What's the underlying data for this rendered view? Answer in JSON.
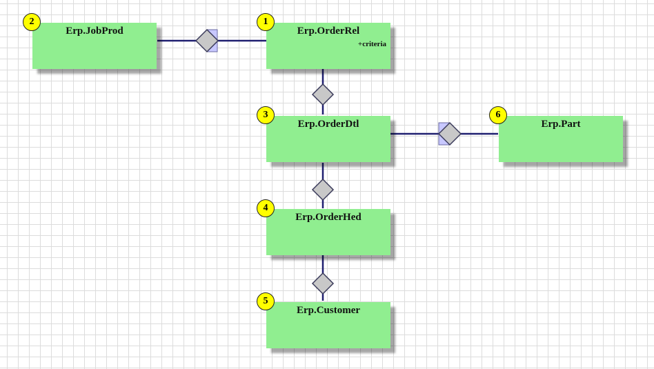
{
  "diagram": {
    "tables": [
      {
        "id": "t1",
        "order": "1",
        "name": "Erp.OrderRel",
        "criteria": "+criteria"
      },
      {
        "id": "t2",
        "order": "2",
        "name": "Erp.JobProd"
      },
      {
        "id": "t3",
        "order": "3",
        "name": "Erp.OrderDtl"
      },
      {
        "id": "t4",
        "order": "4",
        "name": "Erp.OrderHed"
      },
      {
        "id": "t5",
        "order": "5",
        "name": "Erp.Customer"
      },
      {
        "id": "t6",
        "order": "6",
        "name": "Erp.Part"
      }
    ],
    "relations": [
      {
        "from": "Erp.JobProd",
        "to": "Erp.OrderRel"
      },
      {
        "from": "Erp.OrderRel",
        "to": "Erp.OrderDtl"
      },
      {
        "from": "Erp.OrderDtl",
        "to": "Erp.Part"
      },
      {
        "from": "Erp.OrderDtl",
        "to": "Erp.OrderHed"
      },
      {
        "from": "Erp.OrderHed",
        "to": "Erp.Customer"
      }
    ],
    "colors": {
      "node_fill": "#90ee90",
      "badge_fill": "#ffff00",
      "link_stroke": "#1f1f70",
      "diamond_fill": "#c8c8c8",
      "grid": "#dcdcdc"
    }
  }
}
